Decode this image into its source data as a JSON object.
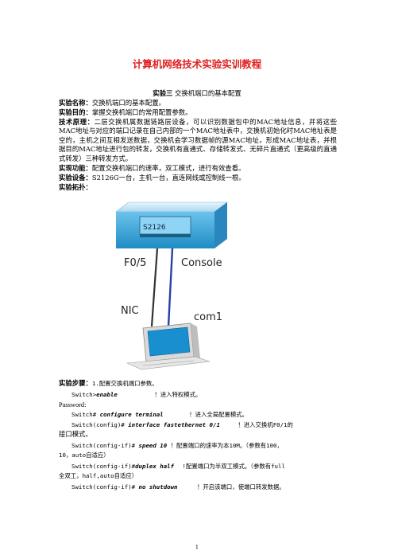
{
  "doc_title": "计算机网络技术实验实训教程",
  "subtitle": {
    "label": "实验三",
    "text": "交换机端口的基本配置"
  },
  "experiment_name": {
    "label": "实验名称：",
    "text": "交换机端口的基本配置。"
  },
  "purpose": {
    "label": "实验目的：",
    "text": "掌握交换机端口的常用配置参数。"
  },
  "principle": {
    "label": "技术原理：",
    "text": "二层交换机属数据链路层设备，可以识别数据包中的MAC地址信息，并将这些MAC地址与对应的端口记录在自己内部的一个MAC地址表中，交换机初始化时MAC地址表是空的，主机之间互相发送数据，交换机会学习数据帧的源MAC地址，形成MAC地址表，并根据目的MAC地址进行包的转发，交换机有直通式、存储转发式、无碎片直通式（更高级的直通式转发）三种转发方式。"
  },
  "function": {
    "label": "实现功能：",
    "text": "配置交换机端口的速率，双工模式，进行有效查看。"
  },
  "equipment": {
    "label": "实验设备：",
    "text": "S2126G一台，主机一台，直连网线或控制线一根。"
  },
  "topology": {
    "label": "实验拓扑："
  },
  "diagram": {
    "switch_label": "S2126",
    "port_left": "F0/5",
    "port_right": "Console",
    "nic_label": "NIC",
    "com_label": "com1"
  },
  "steps": {
    "label": "实验步骤：",
    "intro": "1.配置交换机端口参数。",
    "lines": [
      {
        "prompt": "Switch>",
        "cmd": "enable",
        "comment": "！进入特权模式。"
      },
      {
        "prompt": "Password:",
        "cmd": "",
        "comment": ""
      },
      {
        "prompt": "Switch#",
        "cmd": "configure terminal",
        "comment": "！进入全局配置模式。"
      },
      {
        "prompt": "Switch(config)#",
        "cmd": "interface fastethernet 0/1",
        "comment": "！进入交换机F0/1的",
        "cont": "接口模式。"
      },
      {
        "prompt": "Switch(config-if)#",
        "cmd": "speed 10",
        "comment": "！配置端口的速率为本10M。（参数有100，",
        "cont": "10，auto自适应）"
      },
      {
        "prompt": "Switch(config-if)#",
        "cmd": "duplex half",
        "comment": "!配置端口为半双工模式。（参数有full",
        "cont": "全双工，half,auto自适应）"
      },
      {
        "prompt": "Switch(config-if)#",
        "cmd": "no shutdown",
        "comment": "！开启该端口，使端口转发数据。"
      }
    ]
  },
  "page_number": "1",
  "colors": {
    "title": "#e02020",
    "switch_top": "#cfe8f7",
    "switch_body": "#3da6d8",
    "cable_blue": "#2a3fa8",
    "cable_dark": "#333333"
  }
}
